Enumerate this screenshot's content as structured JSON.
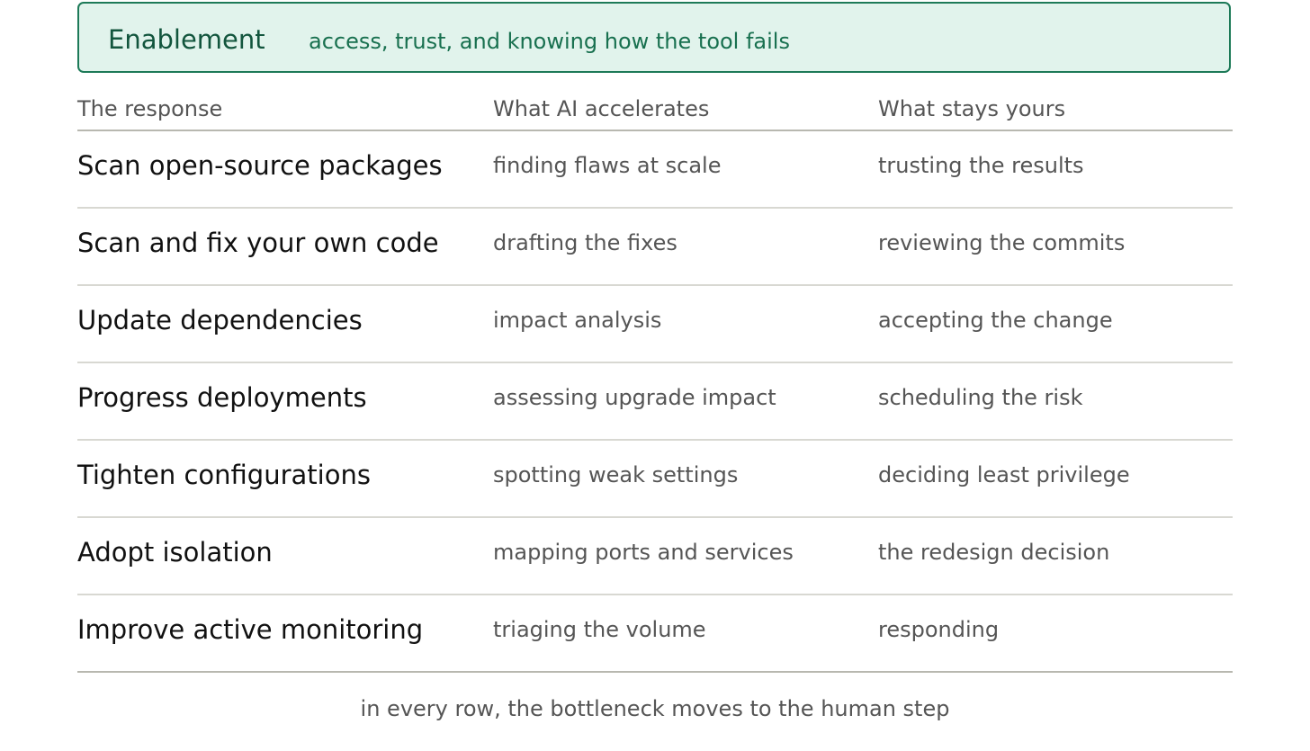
{
  "banner": {
    "title": "Enablement",
    "subtitle": "access, trust, and knowing how the tool fails"
  },
  "table": {
    "headers": [
      "The response",
      "What AI accelerates",
      "What stays yours"
    ],
    "rows": [
      [
        "Scan open-source packages",
        "finding flaws at scale",
        "trusting the results"
      ],
      [
        "Scan and fix your own code",
        "drafting the fixes",
        "reviewing the commits"
      ],
      [
        "Update dependencies",
        "impact analysis",
        "accepting the change"
      ],
      [
        "Progress deployments",
        "assessing upgrade impact",
        "scheduling the risk"
      ],
      [
        "Tighten configurations",
        "spotting weak settings",
        "deciding least privilege"
      ],
      [
        "Adopt isolation",
        "mapping ports and services",
        "the redesign decision"
      ],
      [
        "Improve active monitoring",
        "triaging the volume",
        "responding"
      ]
    ]
  },
  "footnote": "in every row, the bottleneck moves to the human step"
}
